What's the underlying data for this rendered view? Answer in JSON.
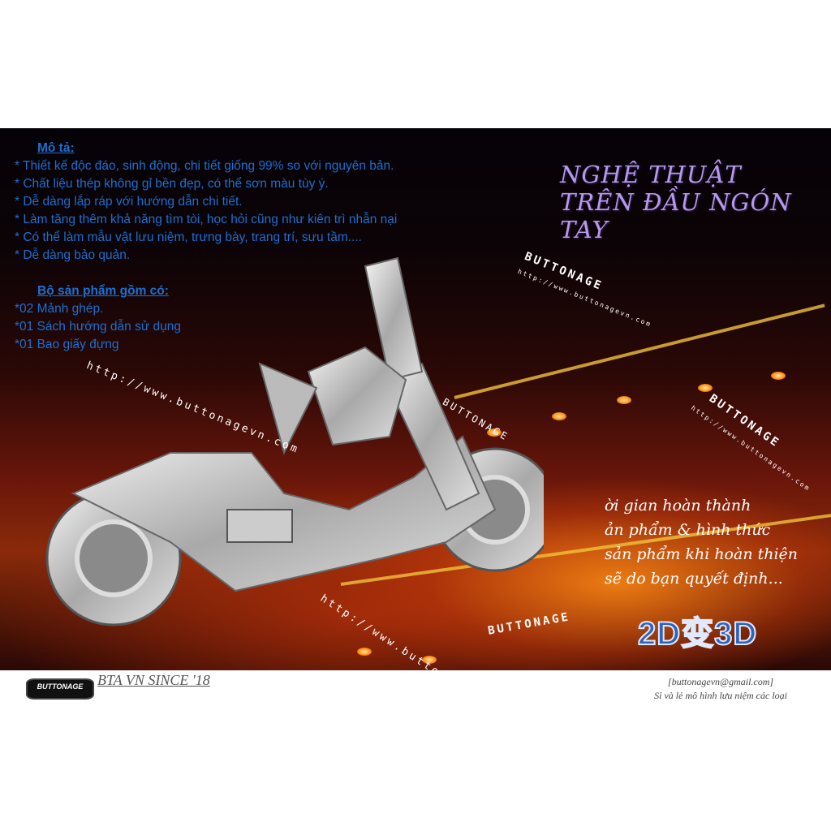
{
  "description": {
    "heading": "Mô tả:",
    "items": [
      "* Thiết kế độc đáo, sinh động, chi tiết giống 99% so với nguyên bản.",
      "* Chất liệu thép không gỉ bền đẹp, có thể sơn màu tùy ý.",
      "* Dễ dàng lắp ráp với hướng dẫn chi tiết.",
      "* Làm tăng thêm khả năng tìm tòi, học hỏi cũng như kiên trì nhẫn nại",
      "* Có thể làm mẫu vật lưu niệm, trưng bày, trang trí, sưu tầm....",
      "* Dễ dàng bảo quản."
    ]
  },
  "kit": {
    "heading": "Bộ sản phẩm gồm có:",
    "items": [
      "*02 Mảnh ghép.",
      "*01 Sách hướng dẫn sử dụng",
      "*01 Bao giấy đựng"
    ]
  },
  "slogan": [
    "NGHỆ THUẬT",
    "TRÊN ĐẦU NGÓN",
    "TAY"
  ],
  "quote": [
    "ời gian hoàn thành",
    "ản phẩm & hình thức",
    "sản phẩm khi hoàn thiện",
    "sẽ do bạn quyết định..."
  ],
  "badge": "2D变3D",
  "watermarks": {
    "brand": "BUTTONAGE",
    "url": "http://www.buttonagevn.com"
  },
  "footer": {
    "logo": "BUTTONAGE",
    "tagline": "BTA VN SINCE '18",
    "email": "[buttonagevn@gmail.com]",
    "subtitle": "Sỉ và lẻ mô hình lưu niệm các loại"
  },
  "colors": {
    "text_blue": "#1c6fd0",
    "slogan_purple": "#b49ae8",
    "badge_blue": "#2d62b8"
  }
}
